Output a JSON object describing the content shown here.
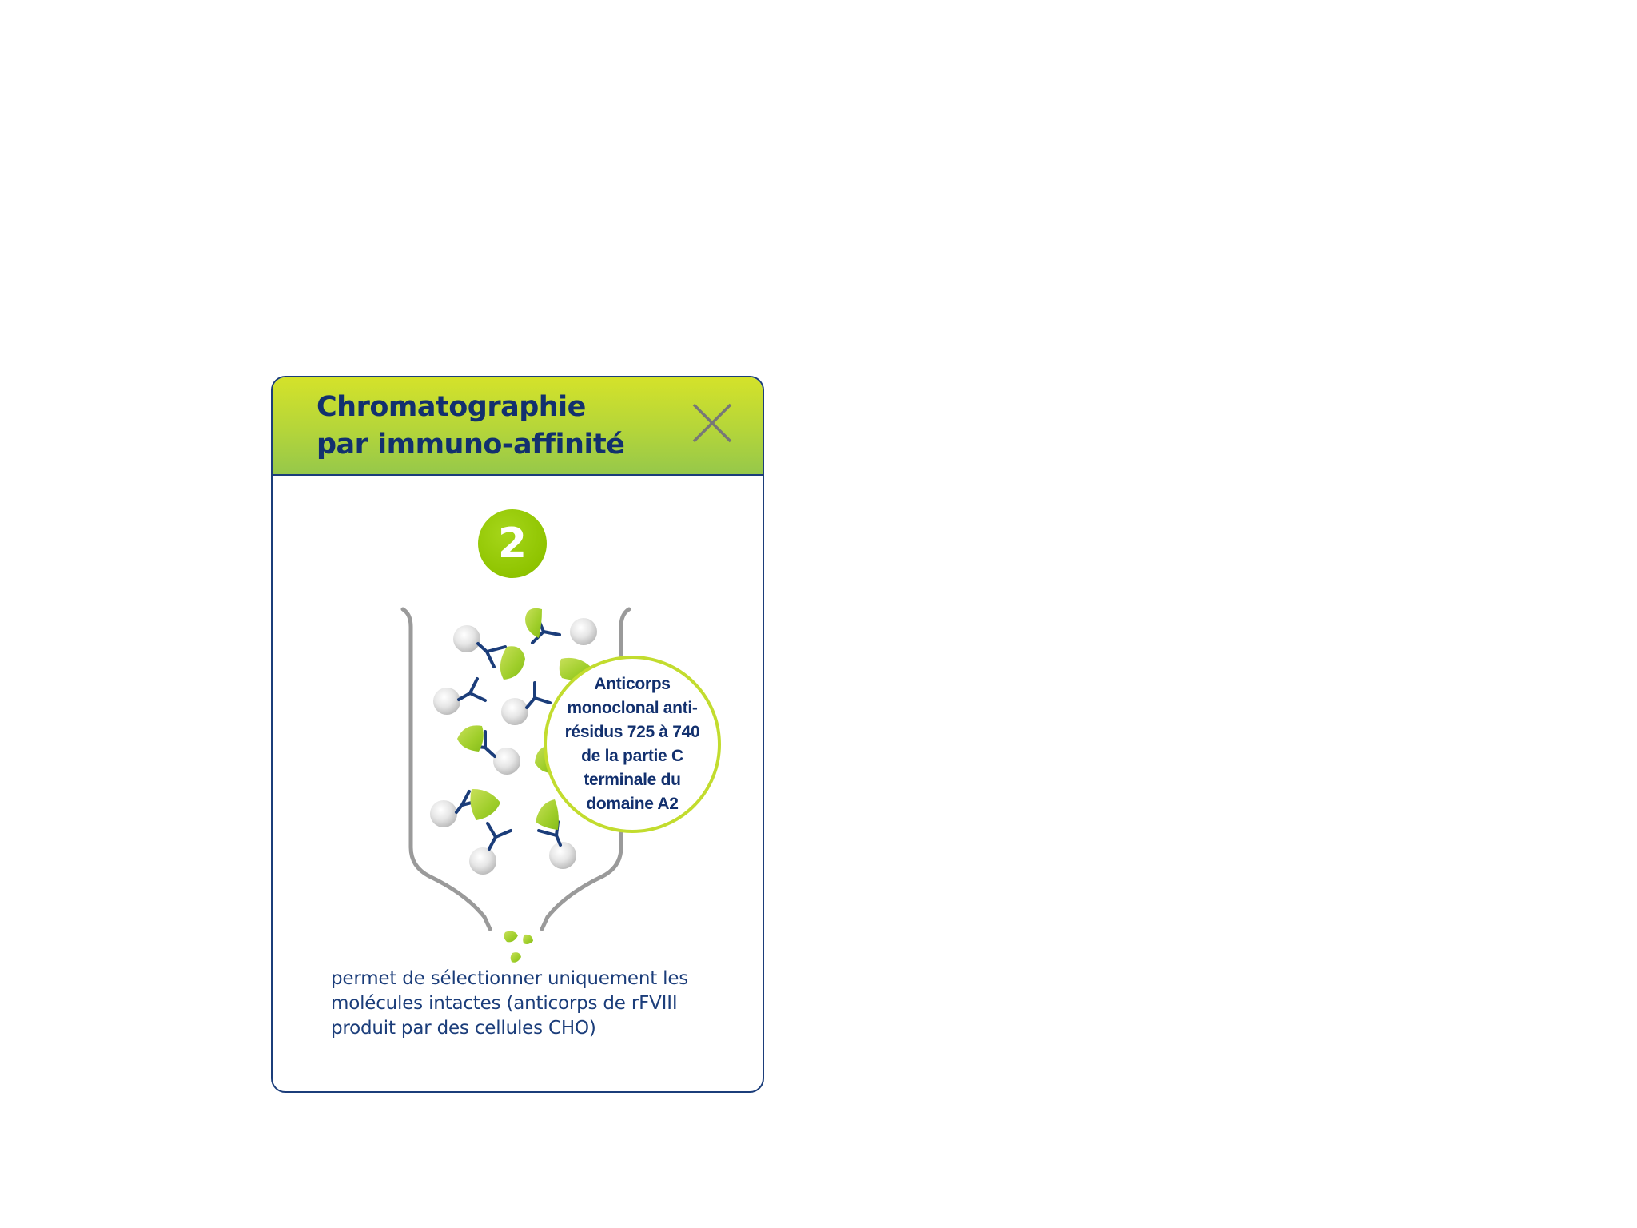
{
  "card": {
    "title_line1": "Chromatographie",
    "title_line2": "par immuno-affinité",
    "close_icon": "close-icon",
    "step_number": "2",
    "callout_text": "Anticorps monoclonal anti-résidus 725 à 740 de la partie C terminale du domaine A2",
    "caption": "permet de sélectionner uniquement les molécules intactes (anticorps de rFVIII produit par des cellules CHO)"
  },
  "colors": {
    "header_gradient_top": "#d4e22a",
    "header_gradient_bottom": "#96c84a",
    "title_text": "#12306e",
    "border": "#1b3d7a",
    "step_badge": "#8fc400",
    "antibody": "#1b3d7a",
    "molecule_green": "#9fce2a",
    "bead_grey": "#d9d9d9",
    "column_wall": "#9a9a9a"
  }
}
